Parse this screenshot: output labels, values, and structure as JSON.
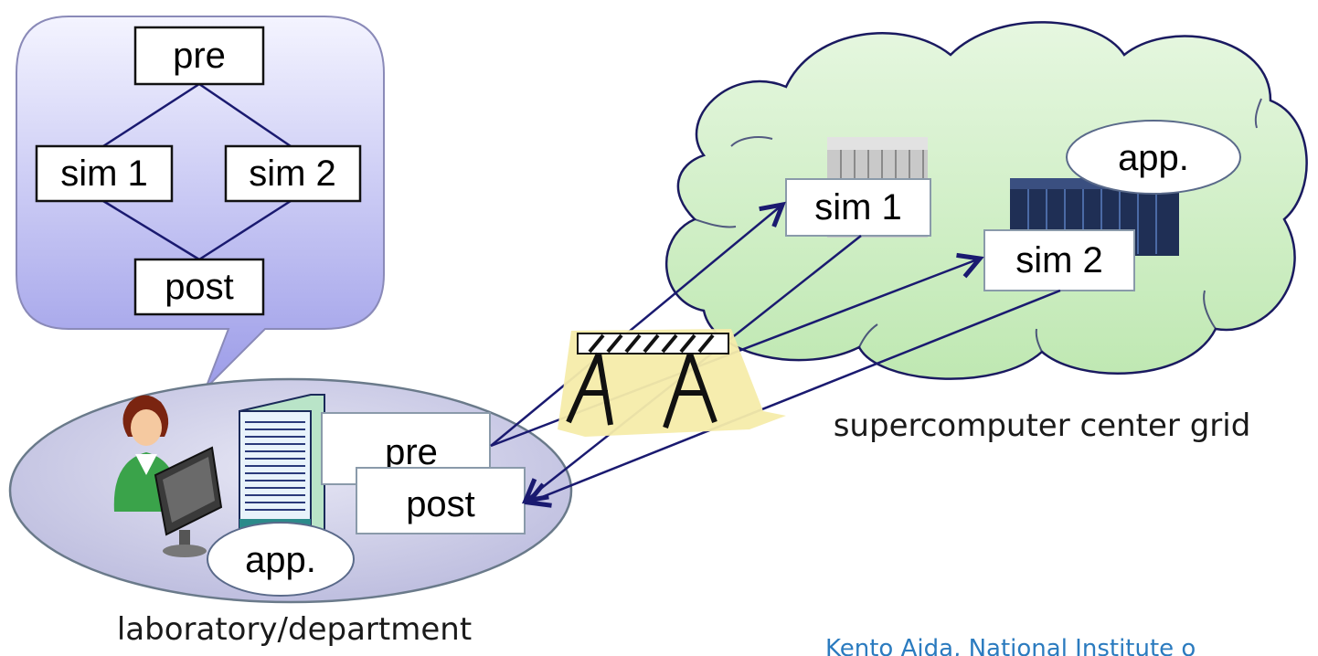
{
  "workflow": {
    "pre": "pre",
    "sim1": "sim 1",
    "sim2": "sim 2",
    "post": "post"
  },
  "lab": {
    "pre_label": "pre",
    "post_label": "post",
    "app_label": "app.",
    "caption": "laboratory/department"
  },
  "grid": {
    "sim1_label": "sim 1",
    "sim2_label": "sim 2",
    "app_label": "app.",
    "caption": "supercomputer center grid"
  },
  "credit": "Kento Aida, National Institute o",
  "colors": {
    "bubble_fill_top": "#f4f4ff",
    "bubble_fill_bottom": "#9c9ce8",
    "cloud_fill": "#c9ecbf",
    "ellipse_fill": "#c8c8e6",
    "arrow": "#1a1a70",
    "credit": "#2b7bbf"
  }
}
